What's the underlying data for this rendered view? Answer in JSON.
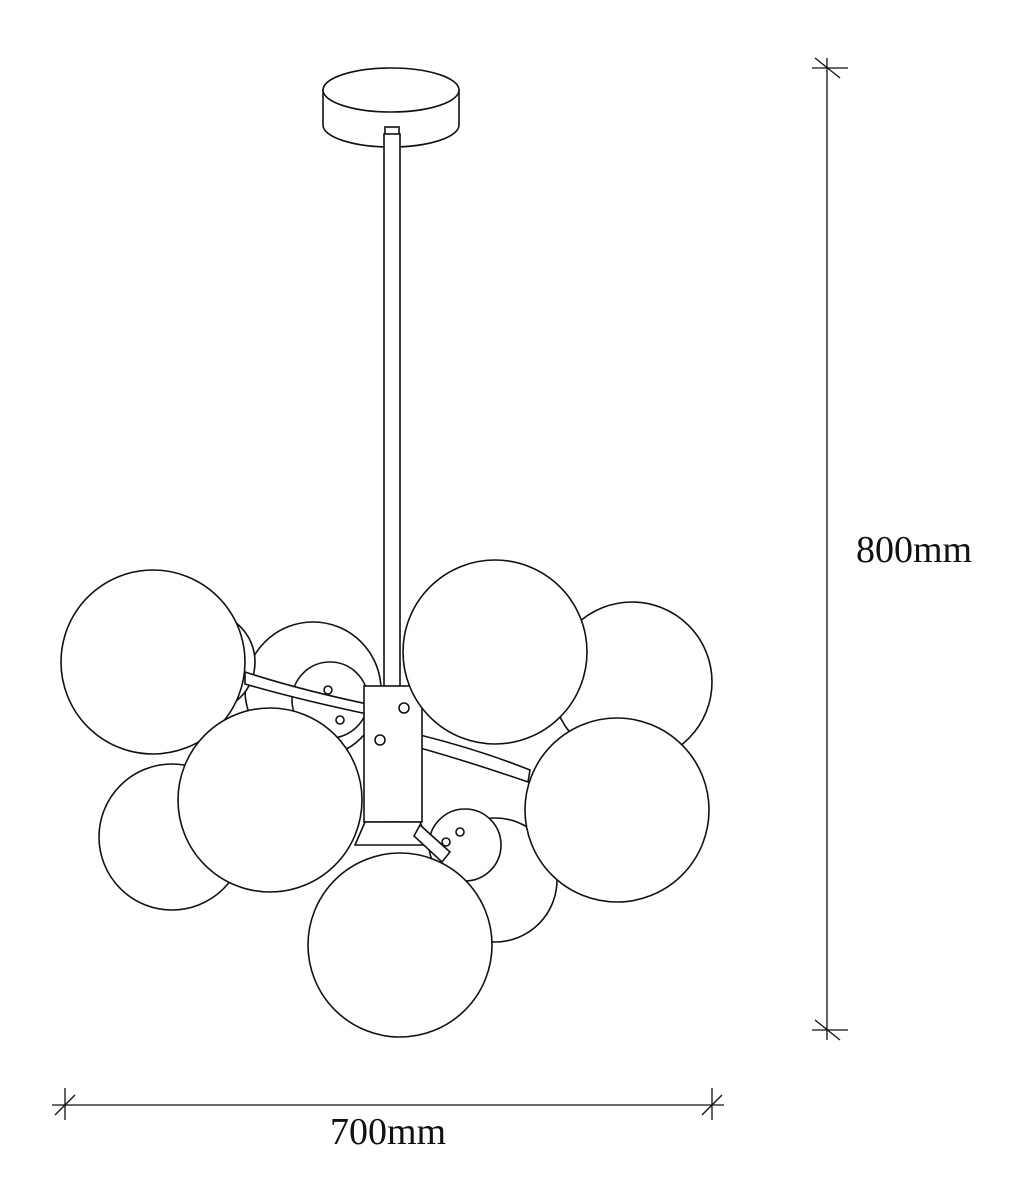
{
  "diagram": {
    "subject": "pendant-lamp-with-globes",
    "dimensions": {
      "height_label": "800mm",
      "width_label": "700mm"
    },
    "colors": {
      "line": "#111111",
      "background": "#ffffff"
    }
  }
}
